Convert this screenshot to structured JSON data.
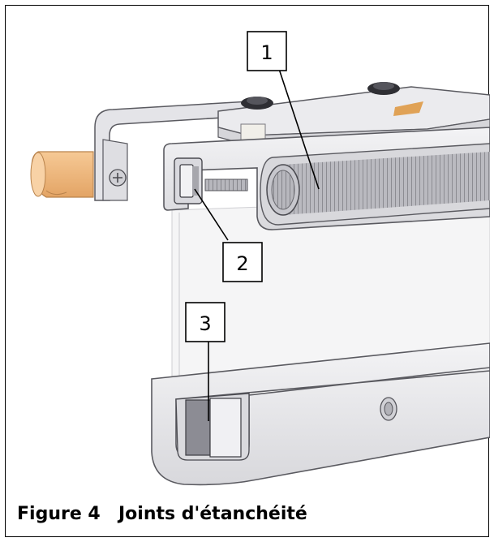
{
  "figure": {
    "number_label": "Figure 4",
    "caption_title": "Joints d'étanchéité",
    "callouts": [
      "1",
      "2",
      "3"
    ]
  },
  "colors": {
    "frame": "#000000",
    "profile_fill": "#ececef",
    "profile_stroke": "#5a5a60",
    "spring": "#8a8a90",
    "handle": "#f0b67c"
  }
}
